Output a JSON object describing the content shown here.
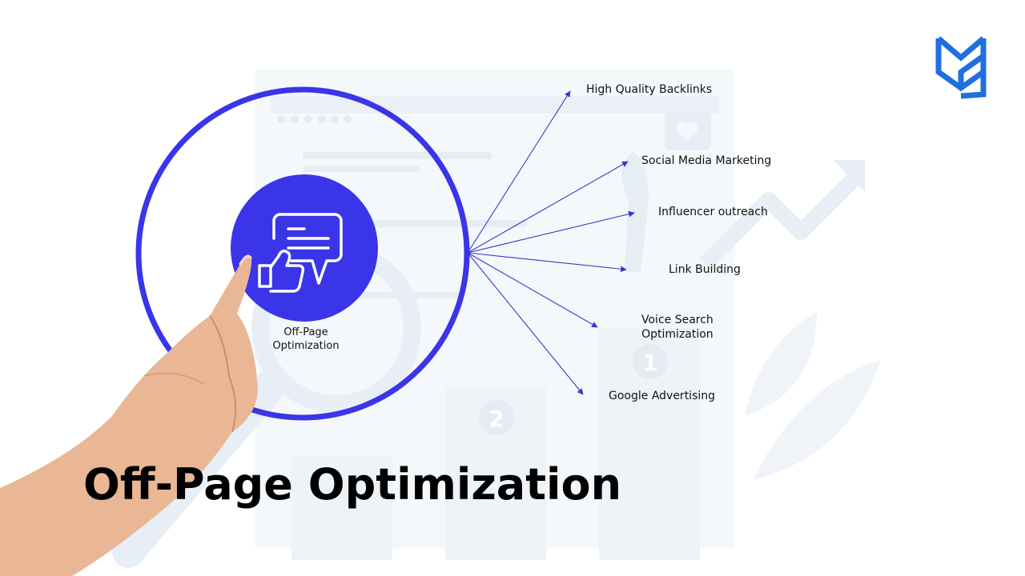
{
  "title": "Off-Page Optimization",
  "center_node": {
    "line1": "Off-Page",
    "line2": "Optimization"
  },
  "branches": [
    {
      "label": "High Quality Backlinks"
    },
    {
      "label": "Social Media Marketing"
    },
    {
      "label": "Influencer outreach"
    },
    {
      "label": "Link Building"
    },
    {
      "label": "Voice Search",
      "label2": "Optimization"
    },
    {
      "label": "Google Advertising"
    }
  ],
  "background_figures": {
    "bar_numbers": [
      "2",
      "1"
    ]
  },
  "icons": {
    "center": "chat-thumbs-up-icon",
    "logo": "brand-logo-icon",
    "hand": "pointing-hand-image"
  },
  "colors": {
    "accent": "#3a35e8",
    "arrow": "#3b36c9",
    "background_illustration": "#eef3f8",
    "logo": "#1f6fe0",
    "title": "#000000"
  }
}
